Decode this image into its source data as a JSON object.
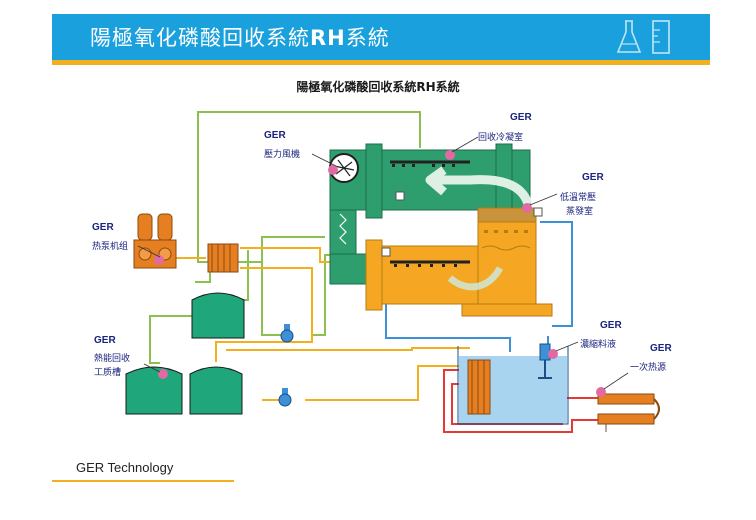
{
  "header": {
    "title_prefix": "陽極氧化磷酸回收系統",
    "title_bold": "RH",
    "title_suffix": "系統",
    "icons": [
      "flask-icon",
      "beaker-icon"
    ],
    "bar_color": "#1aa0dc",
    "accent_color": "#f2b01e"
  },
  "diagram": {
    "title": "陽極氧化磷酸回收系統RH系統",
    "brand": "GER",
    "labels": {
      "condenser": "回收冷凝室",
      "blower": "壓力風機",
      "evaporator_line1": "低溫常壓",
      "evaporator_line2": "蒸發室",
      "heat_pump": "热泵机组",
      "heat_recovery_line1": "熱能回收",
      "heat_recovery_line2": "工质槽",
      "concentrate": "濃縮料液",
      "primary_heat": "一次热源"
    }
  },
  "footer": {
    "text": "GER  Technology"
  }
}
